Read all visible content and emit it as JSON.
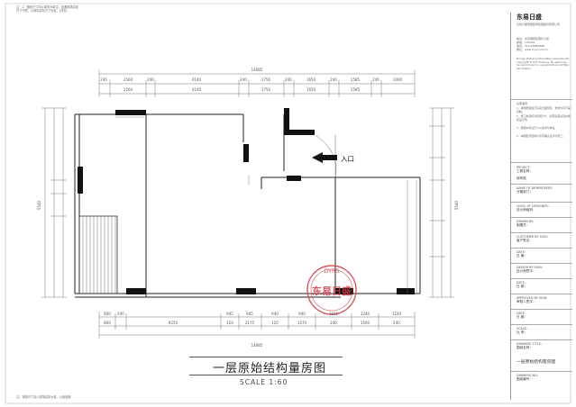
{
  "notes": {
    "top_line1": "注：1、图纸尺寸均以毫米为单位；如遇现场实际",
    "top_line2": "尺寸不符，以现场实际尺寸为准。(详见)",
    "bottom": "注：本图尺寸请以现场实际为准，以免误差"
  },
  "title_block": {
    "logo": "东易日盛",
    "company": "东易日盛家居装饰集团股份有限公司",
    "address_lines": [
      "地址：北京朝阳区朝外大街",
      "邮编：100020",
      "电话：010-65883688",
      "网址：www.dyrs.com.cn"
    ],
    "disclaimer": "Dongyi Risheng Decoration reserves the copyright in this drawing. No part may be reproduced or copied without written permission.",
    "notes_heading": "注意事项：",
    "notes_lines": [
      "1、本图纸版权归东易日盛所有，未经许可不得复制。",
      "2、施工前请核对现场尺寸，如有误差请及时通知设计师。",
      "3、图纸中标注尺寸以毫米为单位。",
      "4、本图纸须经客户签字确认后方可施工。"
    ],
    "fields": [
      {
        "label": "PROJECT:",
        "value": "工程名称："
      },
      {
        "label": "",
        "value": "徐梓苑"
      },
      {
        "label": "NAME OF DEPARTMENT:",
        "value": "分管部门："
      },
      {
        "label": "LEVEL OF DESIGNER:",
        "value": "设计师级别："
      },
      {
        "label": "DRAWN BY:",
        "value": "制图员："
      },
      {
        "label": "CUSTOMER BY SIGN:",
        "value": "客户签名："
      },
      {
        "label": "DATE:",
        "value": "日 期："
      },
      {
        "label": "DESIGN BY SIGN:",
        "value": "设计师签字："
      },
      {
        "label": "DATE:",
        "value": "日 期："
      },
      {
        "label": "APPROVED BY SIGN:",
        "value": "审核人签字："
      },
      {
        "label": "DATE:",
        "value": "日 期："
      },
      {
        "label": "SCALE:",
        "value": "比 例："
      },
      {
        "label": "DRAWING TITLE:",
        "value": "图纸名称："
      },
      {
        "label": "",
        "value": "一层原始结构量房图"
      },
      {
        "label": "DRAWING NO:",
        "value": "图纸编号："
      }
    ]
  },
  "plan": {
    "entrance_label": "入口",
    "stamp_text": "东易日盛",
    "stamp_ring": "DYRS",
    "top_total": "14085",
    "bottom_total": "14085",
    "left_total": "5540",
    "right_total": "5540",
    "top_dims_row1": [
      "240",
      "1560",
      "240",
      "4140",
      "240",
      "1750",
      "240",
      "1650",
      "240",
      "1585",
      "240",
      "1000"
    ],
    "top_dims_row2": [
      "1560",
      "4140",
      "1750",
      "1650",
      "1585"
    ],
    "bottom_dims_row1": [
      "800",
      "240",
      "945",
      "945",
      "940",
      "940",
      "1010",
      "1240",
      "1240"
    ],
    "bottom_dims_row2": [
      "800",
      "9250",
      "120",
      "2175",
      "120",
      "1570",
      "240",
      "1500",
      "240"
    ]
  },
  "drawing_title": "一层原始结构量房图",
  "scale_label": "SCALE 1:60"
}
